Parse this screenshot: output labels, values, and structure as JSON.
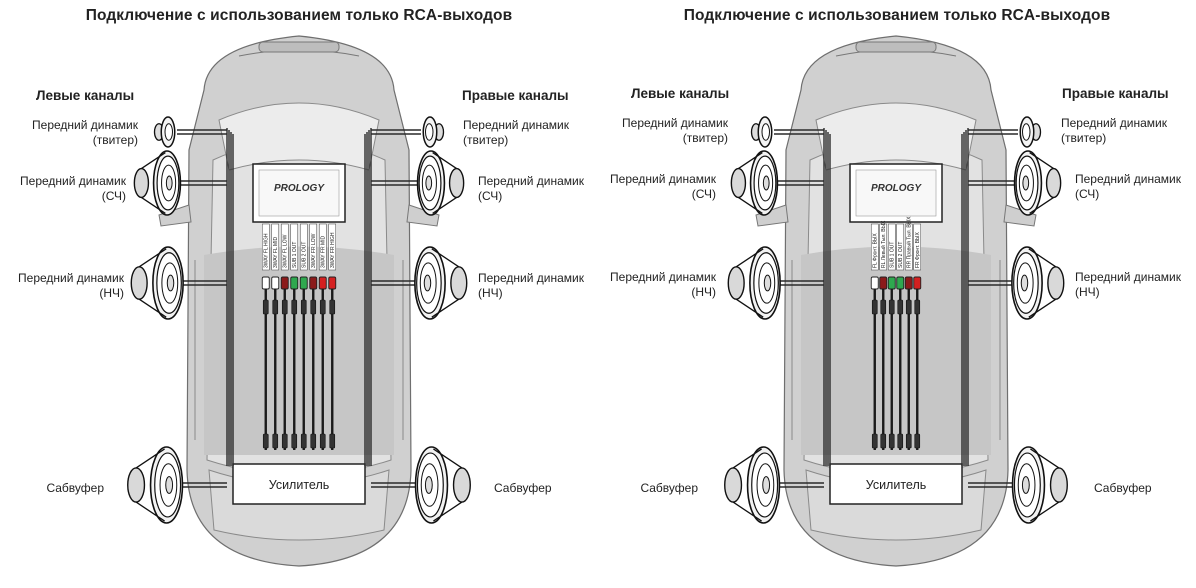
{
  "panels": [
    {
      "title": "Подключение с использованием только RCA-выходов",
      "brand": "PROLOGY",
      "left_heading": "Левые каналы",
      "right_heading": "Правые каналы",
      "labels": {
        "tweeter_l": "Передний динамик\n(твитер)",
        "mid_l": "Передний динамик\n(СЧ)",
        "woofer_l": "Передний динамик\n(НЧ)",
        "sub_l": "Сабвуфер",
        "tweeter_r": "Передний динамик\n(твитер)",
        "mid_r": "Передний динамик\n(СЧ)",
        "woofer_r": "Передний динамик\n(НЧ)",
        "sub_r": "Сабвуфер"
      },
      "amplifier": "Усилитель",
      "rca_outputs": [
        {
          "label": "3WAY FL HIGH",
          "color": "#ffffff"
        },
        {
          "label": "3WAY FL MID",
          "color": "#ffffff"
        },
        {
          "label": "3WAY FL LOW",
          "color": "#8b1a1a"
        },
        {
          "label": "SUB 1 OUT",
          "color": "#2fa84f"
        },
        {
          "label": "SUB 2 OUT",
          "color": "#2fa84f"
        },
        {
          "label": "3WAY FR LOW",
          "color": "#8b1a1a"
        },
        {
          "label": "3WAY FR MID",
          "color": "#d42020"
        },
        {
          "label": "3WAY FR HIGH",
          "color": "#d42020"
        }
      ]
    },
    {
      "title": "Подключение с использованием только RCA-выходов",
      "brand": "PROLOGY",
      "left_heading": "Левые каналы",
      "right_heading": "Правые каналы",
      "labels": {
        "tweeter_l": "Передний динамик\n(твитер)",
        "mid_l": "Передний динамик\n(СЧ)",
        "woofer_l": "Передний динамик\n(НЧ)",
        "sub_l": "Сабвуфер",
        "tweeter_r": "Передний динамик\n(твитер)",
        "mid_r": "Передний динамик\n(СЧ)",
        "woofer_r": "Передний динамик\n(НЧ)",
        "sub_r": "Сабвуфер"
      },
      "amplifier": "Усилитель",
      "rca_outputs": [
        {
          "label": "FL Фронт. ВЫХ",
          "color": "#ffffff"
        },
        {
          "label": "RL Левый Тыл. ВЫХ",
          "color": "#8b1a1a"
        },
        {
          "label": "SUB 1 OUT",
          "color": "#2fa84f"
        },
        {
          "label": "SUB 2 OUT",
          "color": "#2fa84f"
        },
        {
          "label": "RR Правый Тыл. ВЫХ",
          "color": "#8b1a1a"
        },
        {
          "label": "FR Фронт. ВЫХ",
          "color": "#d42020"
        }
      ]
    }
  ]
}
